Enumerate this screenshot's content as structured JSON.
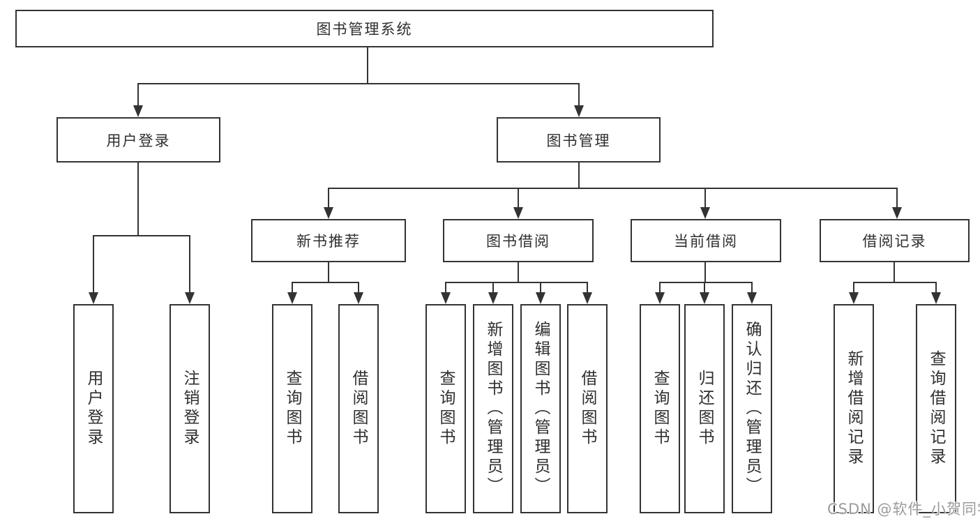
{
  "page": {
    "background": "#ffffff"
  },
  "diagram": {
    "line_color": "#333333",
    "text_color": "#2f2f2f",
    "nodes": {
      "root": {
        "label": "图书管理系统"
      },
      "user_login": {
        "label": "用户登录"
      },
      "book_management": {
        "label": "图书管理"
      },
      "user_login_leaf": {
        "label": "用户登录"
      },
      "logout_leaf": {
        "label": "注销登录"
      },
      "new_book_recommend": {
        "label": "新书推荐"
      },
      "book_borrowing": {
        "label": "图书借阅"
      },
      "current_borrowing": {
        "label": "当前借阅"
      },
      "borrowing_records": {
        "label": "借阅记录"
      },
      "nbr_query_books": {
        "label": "查询图书"
      },
      "nbr_borrow_books": {
        "label": "借阅图书"
      },
      "bb_query_books": {
        "label": "查询图书"
      },
      "bb_add_books": {
        "label": "新增图书（管理员）"
      },
      "bb_edit_books": {
        "label": "编辑图书（管理员）"
      },
      "bb_borrow_books": {
        "label": "借阅图书"
      },
      "cb_query_books": {
        "label": "查询图书"
      },
      "cb_return_books": {
        "label": "归还图书"
      },
      "cb_confirm_return": {
        "label": "确认归还（管理员）"
      },
      "br_add_record": {
        "label": "新增借阅记录"
      },
      "br_query_record": {
        "label": "查询借阅记录"
      }
    },
    "watermark": {
      "text": "CSDN @软件_小贺同学",
      "color": "#9b9b9b"
    }
  }
}
